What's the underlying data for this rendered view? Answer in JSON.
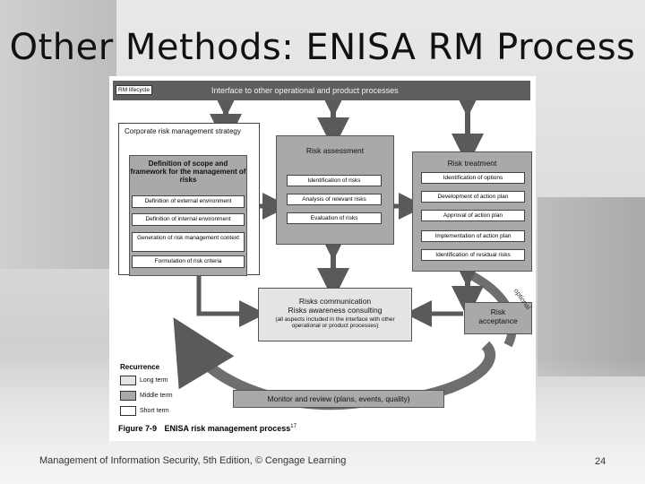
{
  "slide": {
    "title": "Other Methods: ENISA RM Process",
    "footer": "Management of Information Security, 5th Edition, © Cengage Learning",
    "page_number": "24"
  },
  "diagram": {
    "rm_lifecycle_label": "RM lifecycle",
    "interface_bar": "Interface to other operational and product processes",
    "corporate_strategy": "Corporate risk management strategy",
    "definition_scope": {
      "title": "Definition of scope and framework for the management of risks",
      "items": [
        "Definition of external environment",
        "Definition of internal environment",
        "Generation of risk management context",
        "Formulation of risk criteria"
      ]
    },
    "risk_assessment": {
      "title": "Risk assessment",
      "items": [
        "Identification of risks",
        "Analysis of relevant risks",
        "Evaluation of risks"
      ]
    },
    "risk_treatment": {
      "title": "Risk treatment",
      "items": [
        "Identification of options",
        "Development of action plan",
        "Approval of action plan",
        "Implementation of action plan",
        "Identification of residual risks"
      ]
    },
    "risks_communication": {
      "line1": "Risks communication",
      "line2": "Risks awareness consulting",
      "note": "(all aspects included in the interface with other operational or product processes)"
    },
    "risk_acceptance": "Risk acceptance",
    "optional_label": "optional",
    "monitor_review": "Monitor and review (plans, events, quality)",
    "legend": {
      "title": "Recurrence",
      "items": [
        {
          "label": "Long term",
          "color": "#e4e4e4"
        },
        {
          "label": "Middle term",
          "color": "#a9a9a9"
        },
        {
          "label": "Short term",
          "color": "#ffffff"
        }
      ]
    },
    "caption": {
      "label": "Figure 7-9",
      "text": "ENISA risk management process",
      "superscript": "17"
    }
  }
}
